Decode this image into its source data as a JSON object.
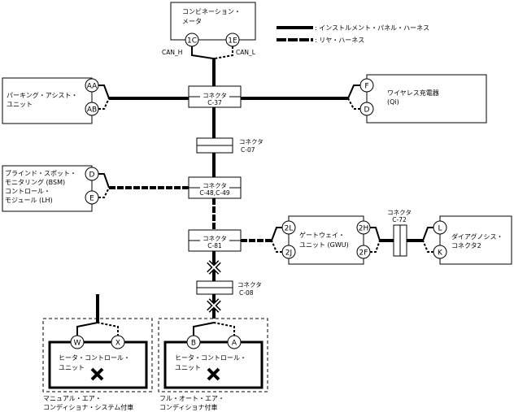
{
  "legend": {
    "solid_label": ": インストルメント・パネル・ハーネス",
    "dashed_label": ": リヤ・ハーネス"
  },
  "units": {
    "combination_meter": {
      "lines": [
        "コンビネーション・",
        "メータ"
      ],
      "pins": [
        "1C",
        "1E"
      ],
      "pin_signals": [
        "CAN_H",
        "CAN_L"
      ]
    },
    "parking_assist": {
      "lines": [
        "パーキング・アシスト・",
        "ユニット"
      ],
      "pins": [
        "AA",
        "AB"
      ]
    },
    "wireless_charger": {
      "lines": [
        "ワイヤレス充電器",
        "(Qi)"
      ],
      "pins": [
        "F",
        "D"
      ]
    },
    "bsm": {
      "lines": [
        "ブラインド・スポット・",
        "モニタリング (BSM)",
        "コントロール・",
        "モジュール (LH)"
      ],
      "pins": [
        "D",
        "E"
      ]
    },
    "gateway": {
      "lines": [
        "ゲートウェイ・",
        "ユニット (GWU)"
      ],
      "pins_left": [
        "2L",
        "2J"
      ],
      "pins_right": [
        "2H",
        "2F"
      ]
    },
    "diag_connector": {
      "lines": [
        "ダイアグノシス・",
        "コネクタ2"
      ],
      "pins": [
        "L",
        "K"
      ]
    },
    "heater_manual": {
      "lines": [
        "ヒータ・コントロール・",
        "ユニット"
      ],
      "pins": [
        "W",
        "X"
      ],
      "caption": [
        "マニュアル・エア・",
        "コンディショナ・システム付車"
      ]
    },
    "heater_auto": {
      "lines": [
        "ヒータ・コントロール・",
        "ユニット"
      ],
      "pins": [
        "B",
        "A"
      ],
      "caption": [
        "フル・オート・エア・",
        "コンディショナ付車"
      ]
    }
  },
  "connectors": {
    "c37": {
      "title": "コネクタ",
      "id": "C-37"
    },
    "c07": {
      "title": "コネクタ",
      "id": "C-07"
    },
    "c48": {
      "title": "コネクタ",
      "id": "C-48,C-49"
    },
    "c81": {
      "title": "コネクタ",
      "id": "C-81"
    },
    "c72": {
      "title": "コネクタ",
      "id": "C-72"
    },
    "c08": {
      "title": "コネクタ",
      "id": "C-08"
    }
  }
}
